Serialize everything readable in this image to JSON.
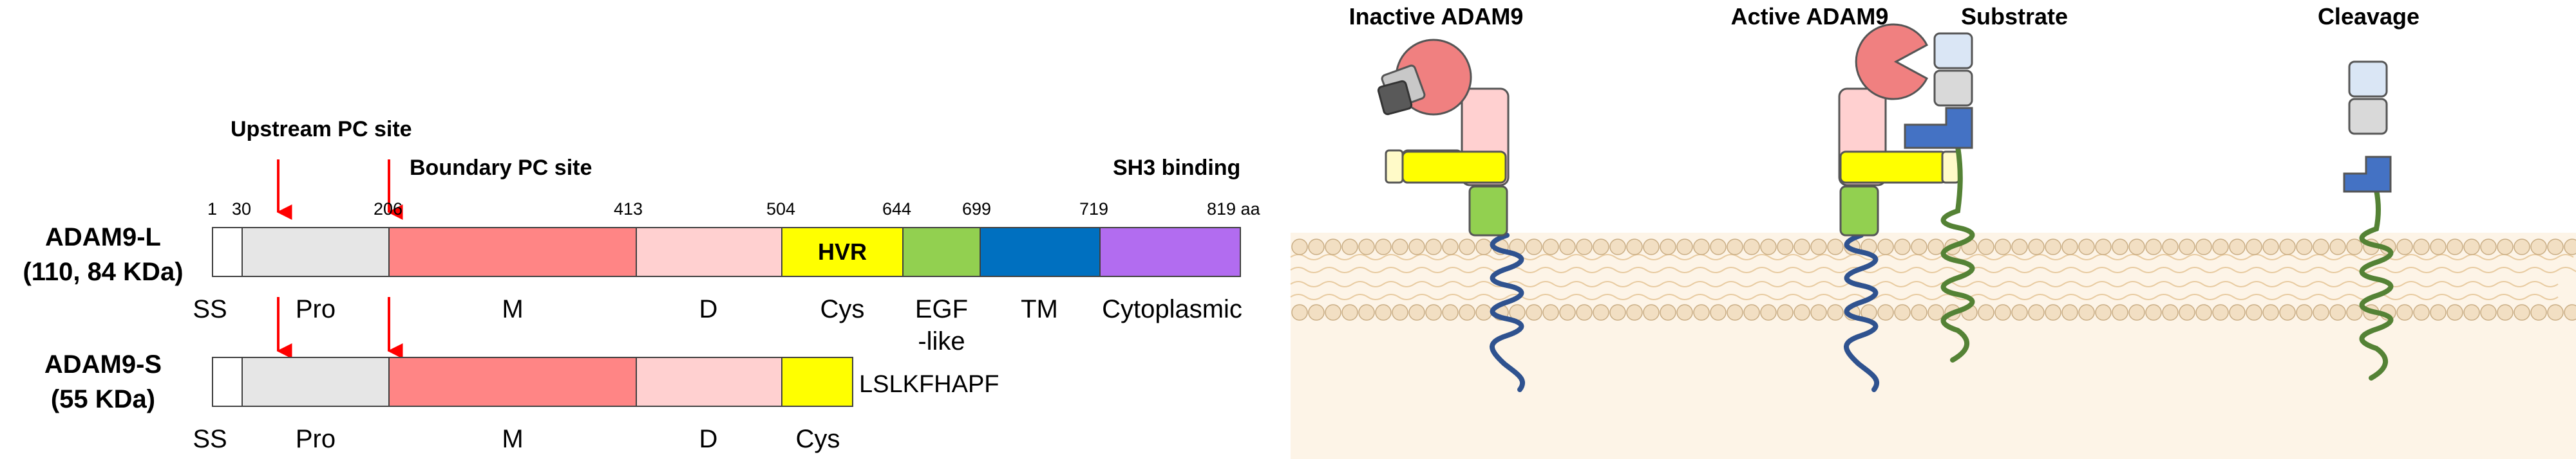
{
  "annotations": {
    "upstream_pc": "Upstream PC site",
    "boundary_pc": "Boundary PC site",
    "sh3_binding": "SH3 binding"
  },
  "positions": [
    "1",
    "30",
    "206",
    "413",
    "504",
    "644",
    "699",
    "719",
    "819 aa"
  ],
  "isoform_long": {
    "name": "ADAM9-L",
    "size": "(110, 84 KDa)",
    "hvr": "HVR"
  },
  "isoform_short": {
    "name": "ADAM9-S",
    "size": "(55 KDa)",
    "tail": "LSLKFHAPF"
  },
  "domain_labels_long": {
    "ss": "SS",
    "pro": "Pro",
    "m": "M",
    "d": "D",
    "cys": "Cys",
    "egf_1": "EGF",
    "egf_2": "-like",
    "tm": "TM",
    "cyto": "Cytoplasmic"
  },
  "domain_labels_short": {
    "ss": "SS",
    "pro": "Pro",
    "m": "M",
    "d": "D",
    "cys": "Cys"
  },
  "panel_titles": {
    "inactive": "Inactive ADAM9",
    "active": "Active ADAM9",
    "substrate": "Substrate",
    "cleavage": "Cleavage"
  },
  "colors": {
    "ss": "#ffffff",
    "pro": "#e6e6e6",
    "metalloprotease": "#ff8585",
    "disintegrin": "#ffd0d0",
    "cysteine_rich": "#ffff00",
    "egf_like": "#92d050",
    "transmembrane": "#0070c0",
    "cytoplasmic": "#b26cf0",
    "pc_arrow": "#ff0000",
    "membrane_bg": "#fdf4e7",
    "lipid_head": "#f2dfc3",
    "adam9_tm_helix": "#2f528f",
    "substrate_tm_helix": "#548235",
    "substrate_light": "#dae6f5",
    "substrate_gray": "#d9d9d9",
    "substrate_blue": "#4472c4",
    "cream": "#fffac8"
  }
}
